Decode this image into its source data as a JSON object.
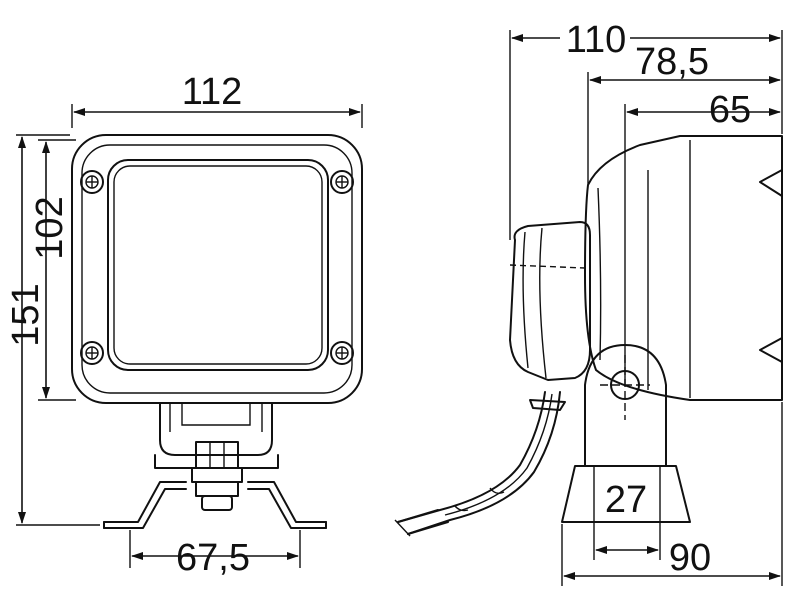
{
  "dimensions": {
    "front_width": "112",
    "front_total_height": "151",
    "front_lens_height": "102",
    "front_bracket_spacing": "67,5",
    "side_total_depth": "110",
    "side_housing_depth": "78,5",
    "side_lens_depth": "65",
    "side_foot_width": "90",
    "side_foot_hole": "27"
  },
  "colors": {
    "line": "#111111",
    "background": "#ffffff"
  }
}
